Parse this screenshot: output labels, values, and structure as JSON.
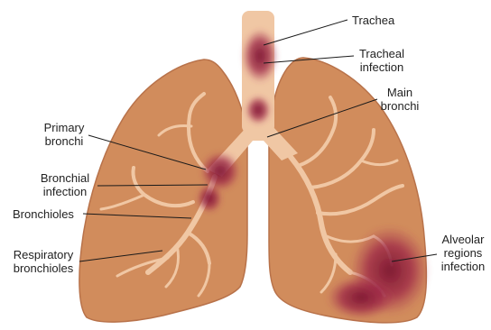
{
  "diagram": {
    "colors": {
      "lung": "#d18c5c",
      "lung_edge": "#b8724a",
      "airway": "#f0c7a4",
      "infection": "#8e1f3c",
      "leader_line": "#1a1a1a",
      "text": "#222222"
    },
    "labels": {
      "trachea": [
        "Trachea"
      ],
      "tracheal_infection": [
        "Tracheal",
        "infection"
      ],
      "main_bronchi": [
        "Main",
        "bronchi"
      ],
      "primary_bronchi": [
        "Primary",
        "bronchi"
      ],
      "bronchial_infection": [
        "Bronchial",
        "infection"
      ],
      "bronchioles": [
        "Bronchioles"
      ],
      "respiratory_bronchioles": [
        "Respiratory",
        "bronchioles"
      ],
      "alveolar_infection": [
        "Alveolar",
        "regions",
        "infection"
      ]
    }
  }
}
